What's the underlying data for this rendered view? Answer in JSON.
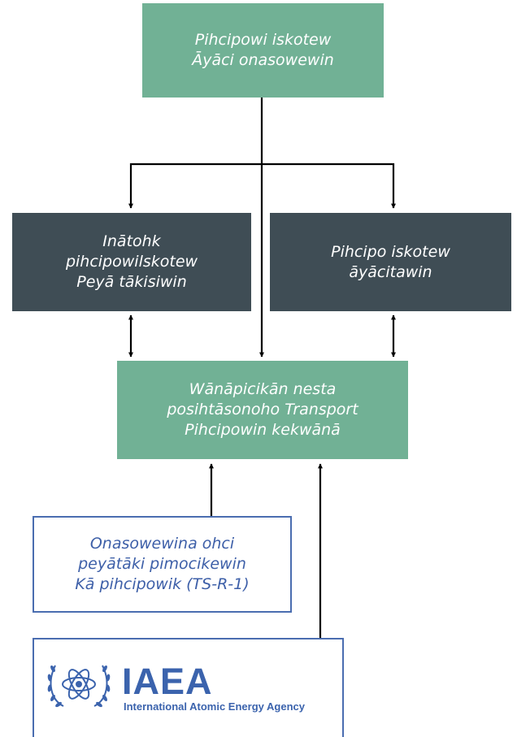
{
  "diagram": {
    "top_box": {
      "lines": [
        "Pihcipowi iskotew",
        "Āyāci onasowewin"
      ]
    },
    "left_box": {
      "lines": [
        "Inātohk",
        "pihcipowilskotew",
        "Peyā tākisiwin"
      ]
    },
    "right_box": {
      "lines": [
        "Pihcipo iskotew",
        "āyācitawin"
      ]
    },
    "center_box": {
      "lines": [
        "Wānāpicikān nesta",
        "posihtāsonoho Transport",
        "Pihcipowin kekwānā"
      ]
    },
    "ts_box": {
      "lines": [
        "Onasowewina ohci",
        "peyātāki pimocikewin",
        "Kā pihcipowik (TS-R-1)"
      ]
    },
    "iaea_logo": {
      "name": "IAEA",
      "subtitle": "International Atomic Energy Agency"
    }
  },
  "colors": {
    "green": "#71b195",
    "dark": "#3f4d55",
    "outline_blue": "#4a6db0",
    "logo_blue": "#3b63ad",
    "connector": "#000000"
  },
  "icons": {
    "emblem": "un-atom-olive-wreath-icon"
  }
}
